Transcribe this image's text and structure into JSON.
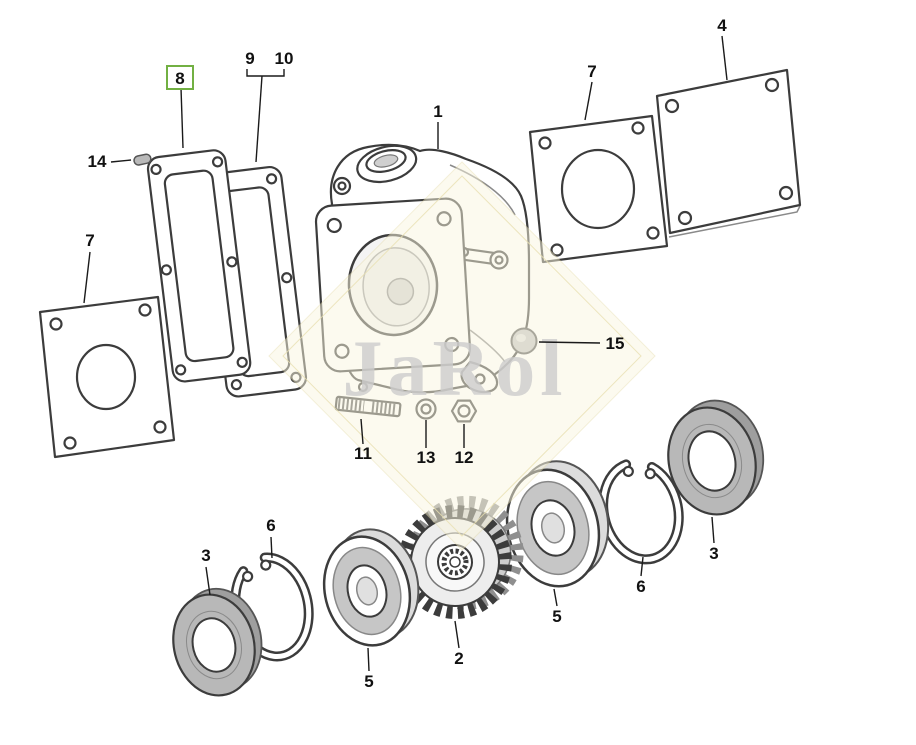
{
  "watermark": {
    "text": "JaRol"
  },
  "colors": {
    "highlight": "#72b043",
    "watermark_text": "#cdcdcd",
    "watermark_fill": "#fbf7e0",
    "watermark_border": "#e9e0b2"
  },
  "callouts": {
    "housing": "1",
    "gear": "2",
    "seal_left": "3",
    "seal_right": "3",
    "cover_plate": "4",
    "bearing_left": "5",
    "bearing_right": "5",
    "snap_ring_left": "6",
    "snap_ring_right": "6",
    "gasket_plate_left": "7",
    "gasket_plate_right": "7",
    "gasket_8": "8",
    "gasket_9": "9",
    "gasket_10": "10",
    "stud": "11",
    "nut": "12",
    "washer": "13",
    "pin": "14",
    "plug": "15"
  }
}
